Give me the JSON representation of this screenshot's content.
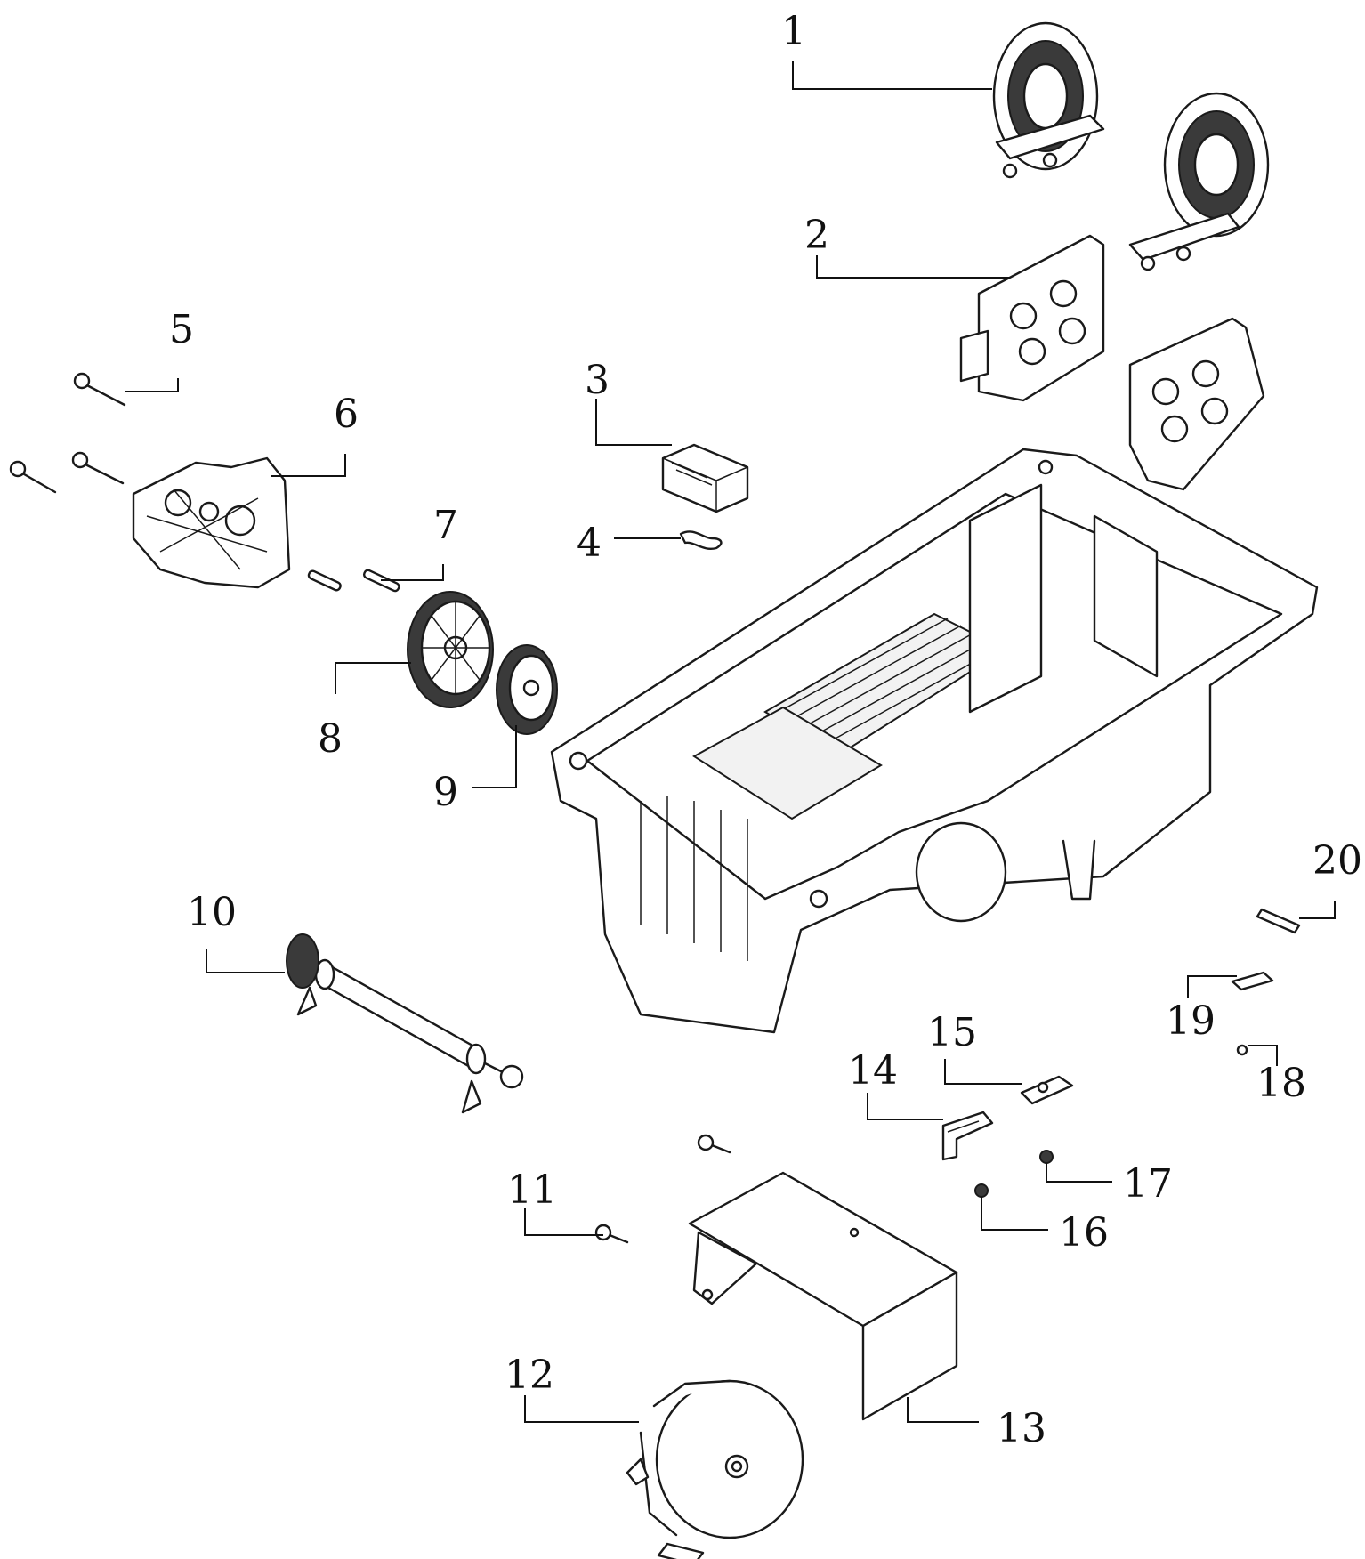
{
  "callouts": [
    {
      "id": "1"
    },
    {
      "id": "2"
    },
    {
      "id": "3"
    },
    {
      "id": "4"
    },
    {
      "id": "5"
    },
    {
      "id": "6"
    },
    {
      "id": "7"
    },
    {
      "id": "8"
    },
    {
      "id": "9"
    },
    {
      "id": "10"
    },
    {
      "id": "11"
    },
    {
      "id": "12"
    },
    {
      "id": "13"
    },
    {
      "id": "14"
    },
    {
      "id": "15"
    },
    {
      "id": "16"
    },
    {
      "id": "17"
    },
    {
      "id": "18"
    },
    {
      "id": "19"
    },
    {
      "id": "20"
    }
  ],
  "colors": {
    "ink": "#1a1a1a",
    "paper": "#ffffff",
    "shade": "#3a3a3a"
  }
}
